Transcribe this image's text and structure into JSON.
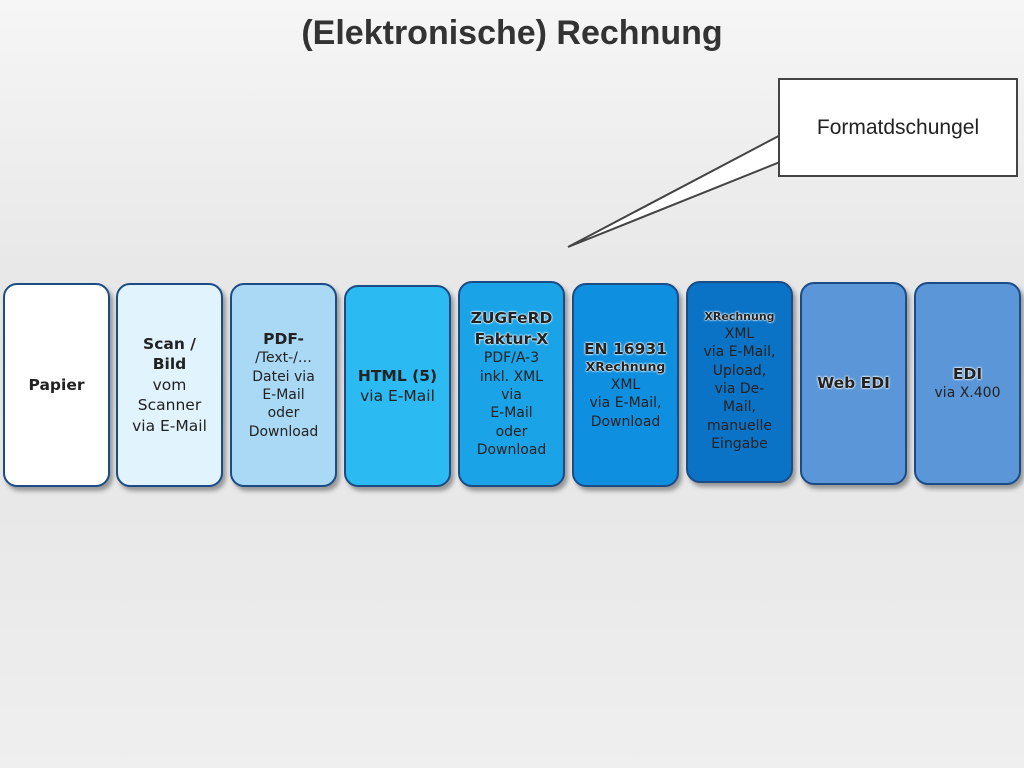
{
  "title": "(Elektronische) Rechnung",
  "callout": "Formatdschungel",
  "cards": [
    {
      "lines": [
        "Papier"
      ],
      "color": "#ffffff"
    },
    {
      "lines": [
        "Scan /",
        "Bild",
        "vom",
        "Scanner",
        "via E-Mail"
      ],
      "color": "#e1f3fc"
    },
    {
      "lines": [
        "PDF-",
        "/Text-/…",
        "Datei via",
        "E-Mail",
        "oder",
        "Download"
      ],
      "color": "#a9d9f5"
    },
    {
      "lines": [
        "HTML (5)",
        "via E-Mail"
      ],
      "color": "#2bbaf1"
    },
    {
      "lines": [
        "ZUGFeRD",
        "Faktur-X",
        "PDF/A-3",
        "inkl. XML",
        "via",
        "E-Mail",
        "oder",
        "Download"
      ],
      "color": "#1aa3e6"
    },
    {
      "lines": [
        "EN 16931",
        "XRechnung",
        "XML",
        "via E-Mail,",
        "Download"
      ],
      "color": "#0f8fe0"
    },
    {
      "lines": [
        "XRechnung",
        "XML",
        "via E-Mail,",
        "Upload,",
        "via De-",
        "Mail,",
        "manuelle",
        "Eingabe"
      ],
      "color": "#0b73c6"
    },
    {
      "lines": [
        "Web EDI"
      ],
      "color": "#5b97d8"
    },
    {
      "lines": [
        "EDI",
        "via X.400"
      ],
      "color": "#5b97d8"
    }
  ]
}
